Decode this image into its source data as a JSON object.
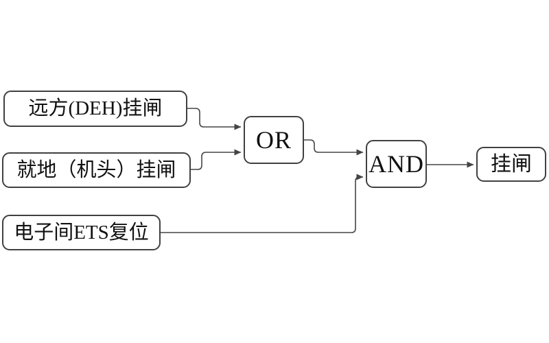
{
  "diagram": {
    "type": "logic-flowchart",
    "inputs": [
      {
        "id": "input-remote-deh",
        "label": "远方(DEH)挂闸"
      },
      {
        "id": "input-local-head",
        "label": "就地（机头）挂闸"
      },
      {
        "id": "input-ets-reset",
        "label": "电子间ETS复位"
      }
    ],
    "gates": [
      {
        "id": "or-gate",
        "label": "OR"
      },
      {
        "id": "and-gate",
        "label": "AND"
      }
    ],
    "output": {
      "id": "output-latch",
      "label": "挂闸"
    },
    "connections": [
      {
        "from": "input-remote-deh",
        "to": "or-gate"
      },
      {
        "from": "input-local-head",
        "to": "or-gate"
      },
      {
        "from": "or-gate",
        "to": "and-gate"
      },
      {
        "from": "input-ets-reset",
        "to": "and-gate"
      },
      {
        "from": "and-gate",
        "to": "output-latch"
      }
    ],
    "colors": {
      "line": "#454545",
      "box_border": "#404040",
      "text": "#111111",
      "background": "#ffffff"
    }
  }
}
